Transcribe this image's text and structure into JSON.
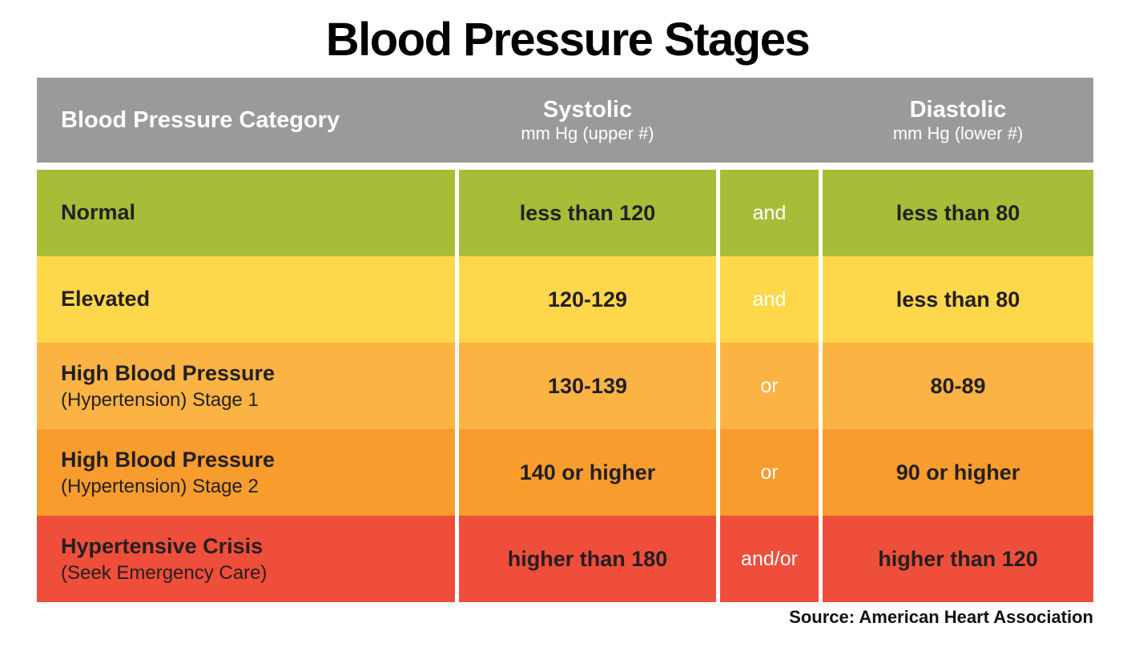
{
  "title": "Blood Pressure Stages",
  "source": "Source: American Heart Association",
  "colors": {
    "header_bg": "#9a999b",
    "header_text": "#ffffff",
    "body_text": "#231f20",
    "connector_text": "#ffffff",
    "row_colors": [
      "#a6bd38",
      "#ffd74a",
      "#fbb343",
      "#f89c2d",
      "#ef4e3b"
    ]
  },
  "table": {
    "header": {
      "category": "Blood Pressure Category",
      "systolic_title": "Systolic",
      "systolic_sub": "mm Hg (upper #)",
      "diastolic_title": "Diastolic",
      "diastolic_sub": "mm Hg (lower #)"
    },
    "rows": [
      {
        "category": "Normal",
        "category_sub": "",
        "systolic": "less than 120",
        "connector": "and",
        "diastolic": "less than 80",
        "color": "#a6bd38"
      },
      {
        "category": "Elevated",
        "category_sub": "",
        "systolic": "120-129",
        "connector": "and",
        "diastolic": "less than 80",
        "color": "#ffd74a"
      },
      {
        "category": "High Blood Pressure",
        "category_sub": "(Hypertension) Stage 1",
        "systolic": "130-139",
        "connector": "or",
        "diastolic": "80-89",
        "color": "#fbb343"
      },
      {
        "category": "High Blood Pressure",
        "category_sub": "(Hypertension) Stage 2",
        "systolic": "140 or higher",
        "connector": "or",
        "diastolic": "90 or higher",
        "color": "#f89c2d"
      },
      {
        "category": "Hypertensive Crisis",
        "category_sub": "(Seek Emergency Care)",
        "systolic": "higher than 180",
        "connector": "and/or",
        "diastolic": "higher than 120",
        "color": "#ef4e3b"
      }
    ]
  },
  "chart_data": {
    "type": "table",
    "title": "Blood Pressure Stages",
    "columns": [
      "Blood Pressure Category",
      "Systolic mm Hg (upper #)",
      "connector",
      "Diastolic mm Hg (lower #)"
    ],
    "rows": [
      [
        "Normal",
        "less than 120",
        "and",
        "less than 80"
      ],
      [
        "Elevated",
        "120-129",
        "and",
        "less than 80"
      ],
      [
        "High Blood Pressure (Hypertension) Stage 1",
        "130-139",
        "or",
        "80-89"
      ],
      [
        "High Blood Pressure (Hypertension) Stage 2",
        "140 or higher",
        "or",
        "90 or higher"
      ],
      [
        "Hypertensive Crisis (Seek Emergency Care)",
        "higher than 180",
        "and/or",
        "higher than 120"
      ]
    ],
    "row_colors": [
      "#a6bd38",
      "#ffd74a",
      "#fbb343",
      "#f89c2d",
      "#ef4e3b"
    ],
    "source": "Source: American Heart Association"
  }
}
